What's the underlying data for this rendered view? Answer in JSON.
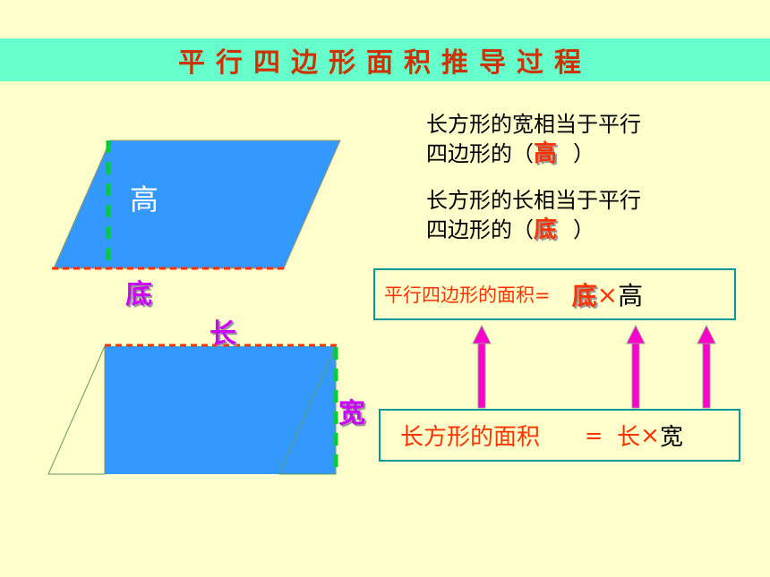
{
  "title": "平行四边形面积推导过程",
  "shapes": {
    "height_label": "高",
    "base_label": "底",
    "length_label": "长",
    "width_label": "宽"
  },
  "questions": [
    {
      "line1": "长方形的宽相当于平行",
      "line2_prefix": "四边形的（",
      "answer": "高",
      "line2_suffix": "）"
    },
    {
      "line1": "长方形的长相当于平行",
      "line2_prefix": "四边形的（",
      "answer": "底",
      "line2_suffix": "）"
    }
  ],
  "parallelogram_formula": {
    "prefix": "平行四边形的面积=",
    "base": "底",
    "times": "×",
    "height": "高"
  },
  "rectangle_formula": {
    "prefix": "长方形的面积",
    "equals": "=",
    "length": "长",
    "times": "×",
    "width": "宽"
  },
  "colors": {
    "title_bar": "#66FFCC",
    "title_text": "#CC3300",
    "shape_fill": "#3399FF",
    "dash_green": "#00CC33",
    "dash_red": "#FF3300",
    "label_purple": "#CC00FF",
    "arrow": "#FF00CC"
  }
}
